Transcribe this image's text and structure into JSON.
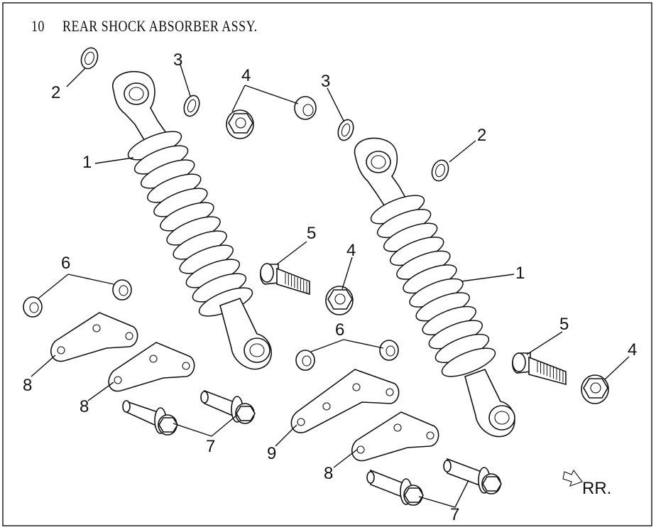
{
  "diagram": {
    "section_number": "10",
    "title": "REAR SHOCK ABSORBER ASSY.",
    "direction_label": "RR.",
    "callouts": [
      {
        "id": "c2a",
        "label": "2"
      },
      {
        "id": "c3a",
        "label": "3"
      },
      {
        "id": "c4a",
        "label": "4"
      },
      {
        "id": "c3b",
        "label": "3"
      },
      {
        "id": "c2b",
        "label": "2"
      },
      {
        "id": "c1a",
        "label": "1"
      },
      {
        "id": "c5a",
        "label": "5"
      },
      {
        "id": "c4b",
        "label": "4"
      },
      {
        "id": "c1b",
        "label": "1"
      },
      {
        "id": "c6a",
        "label": "6"
      },
      {
        "id": "c6b",
        "label": "6"
      },
      {
        "id": "c5b",
        "label": "5"
      },
      {
        "id": "c4c",
        "label": "4"
      },
      {
        "id": "c8a",
        "label": "8"
      },
      {
        "id": "c8b",
        "label": "8"
      },
      {
        "id": "c7a",
        "label": "7"
      },
      {
        "id": "c9",
        "label": "9"
      },
      {
        "id": "c8c",
        "label": "8"
      },
      {
        "id": "c7b",
        "label": "7"
      }
    ]
  }
}
